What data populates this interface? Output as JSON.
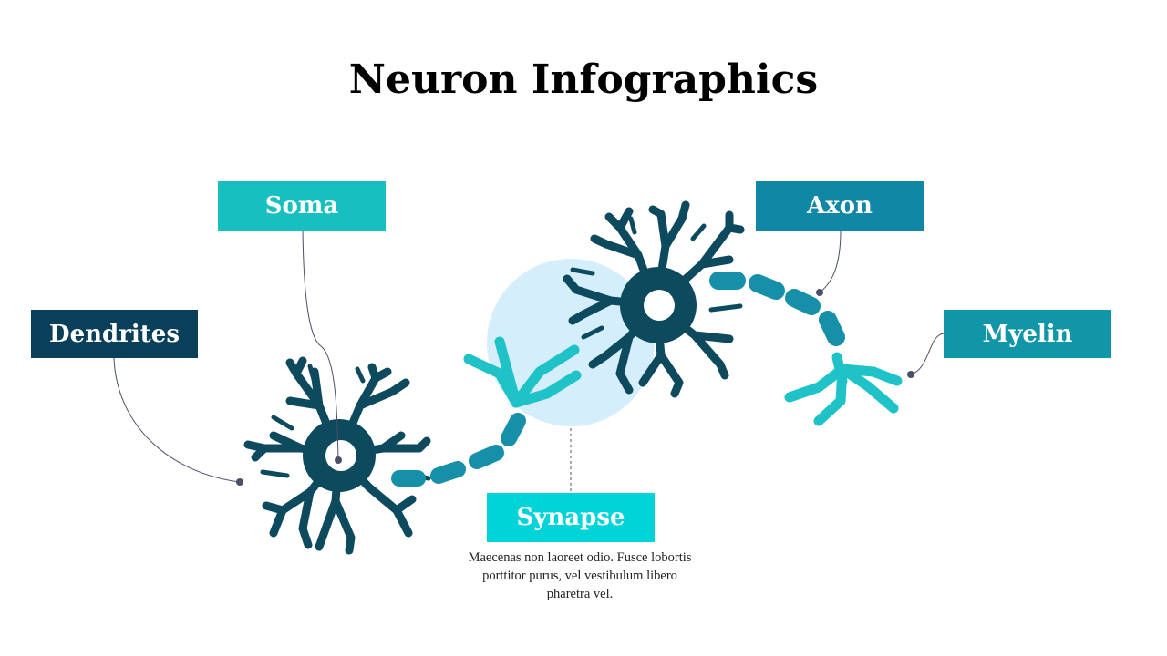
{
  "title": "Neuron Infographics",
  "labels": {
    "soma": "Soma",
    "axon": "Axon",
    "dendrites": "Dendrites",
    "myelin": "Myelin",
    "synapse": "Synapse"
  },
  "synapse_description": "Maecenas non laoreet odio. Fusce lobortis porttitor purus, vel vestibulum libero pharetra vel.",
  "colors": {
    "neuron_dark": "#0d4a5e",
    "soma_label": "#17bfc0",
    "axon_label": "#0f87a5",
    "dendrites_label": "#093f58",
    "myelin_label": "#1096a7",
    "synapse_label": "#00d4d8",
    "myelin_segment": "#1690a9",
    "terminal_light": "#1fc2c6",
    "synapse_circle": "#d4eefc",
    "leader_line": "#4a5068"
  }
}
